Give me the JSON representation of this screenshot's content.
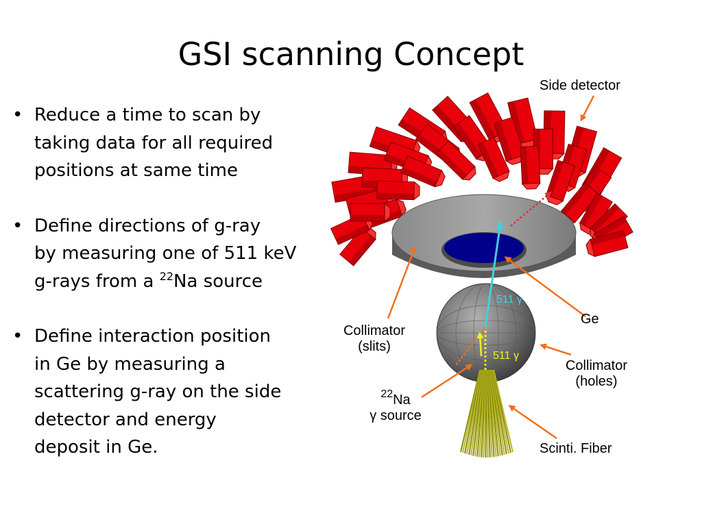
{
  "slide": {
    "title": "GSI scanning Concept",
    "bullets": [
      {
        "lines": [
          "Reduce a time to scan by",
          "taking data for all required",
          "positions at same time"
        ]
      },
      {
        "lines": [
          "Define directions of g-ray",
          "by measuring one of 511 keV"
        ],
        "line3_pre": "g-rays from a ",
        "line3_sup": "22",
        "line3_post": "Na source"
      },
      {
        "lines": [
          "Define interaction position",
          "in Ge by measuring a",
          "scattering g-ray on the side",
          "detector and   energy",
          "deposit in Ge."
        ]
      }
    ],
    "bullet_glyph": "•"
  },
  "figure": {
    "labels": {
      "side_detector": "Side detector",
      "ge": "Ge",
      "collimator_slits_1": "Collimator",
      "collimator_slits_2": "(slits)",
      "collimator_holes_1": "Collimator",
      "collimator_holes_2": "(holes)",
      "na_sup": "22",
      "na_text": "Na",
      "source_gamma": "γ",
      "source_text": " source",
      "scinti_fiber": "Scinti. Fiber",
      "gamma_top": "511 γ",
      "gamma_bottom": "511 γ"
    },
    "colors": {
      "detector_red": "#e8000a",
      "collimator_gray": "#8a8a8a",
      "ge_blue": "#00008b",
      "arrow_orange": "#f07020",
      "ray_cyan": "#40d0e0",
      "ray_yellow": "#f0f020",
      "fiber_olive": "#b8b820"
    }
  }
}
